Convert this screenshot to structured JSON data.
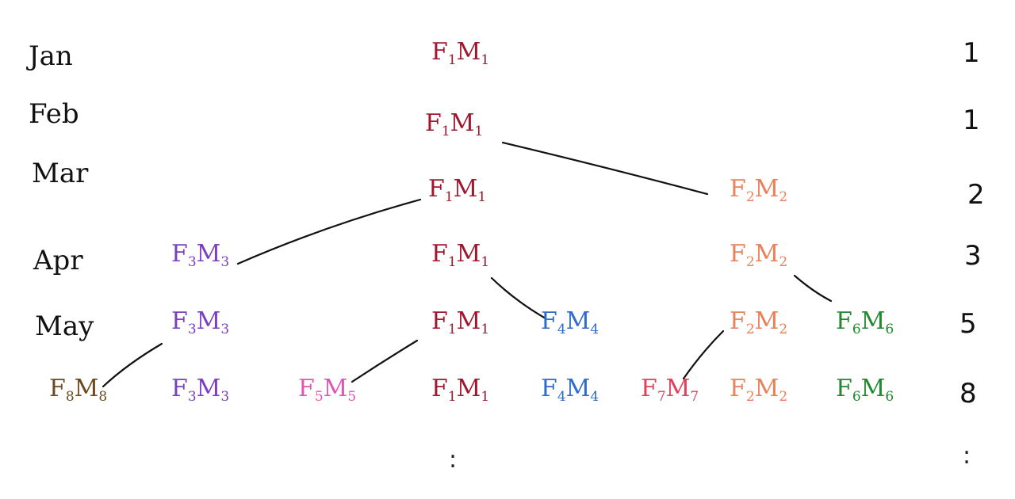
{
  "months": [
    "Jan",
    "Feb",
    "Mar",
    "Apr",
    "May"
  ],
  "counts": [
    "1",
    "1",
    "2",
    "3",
    "5",
    "8"
  ],
  "continuation": ":",
  "pair_colors": {
    "1": "#a01830",
    "2": "#e8825a",
    "3": "#7b3fbf",
    "4": "#2e6bcc",
    "5": "#e055b5",
    "6": "#1f8a2f",
    "7": "#e0405a",
    "8": "#6b4a1e"
  },
  "rows": [
    {
      "pairs": [
        {
          "F": "F",
          "f_sub": "1",
          "M": "M",
          "m_sub": "1",
          "id": "1"
        }
      ]
    },
    {
      "pairs": [
        {
          "F": "F",
          "f_sub": "1",
          "M": "M",
          "m_sub": "1",
          "id": "1"
        }
      ]
    },
    {
      "pairs": [
        {
          "F": "F",
          "f_sub": "1",
          "M": "M",
          "m_sub": "1",
          "id": "1"
        },
        {
          "F": "F",
          "f_sub": "2",
          "M": "M",
          "m_sub": "2",
          "id": "2"
        }
      ]
    },
    {
      "pairs": [
        {
          "F": "F",
          "f_sub": "3",
          "M": "M",
          "m_sub": "3",
          "id": "3"
        },
        {
          "F": "F",
          "f_sub": "1",
          "M": "M",
          "m_sub": "1",
          "id": "1"
        },
        {
          "F": "F",
          "f_sub": "2",
          "M": "M",
          "m_sub": "2",
          "id": "2"
        }
      ]
    },
    {
      "pairs": [
        {
          "F": "F",
          "f_sub": "3",
          "M": "M",
          "m_sub": "3",
          "id": "3"
        },
        {
          "F": "F",
          "f_sub": "1",
          "M": "M",
          "m_sub": "1",
          "id": "1"
        },
        {
          "F": "F",
          "f_sub": "4",
          "M": "M",
          "m_sub": "4",
          "id": "4"
        },
        {
          "F": "F",
          "f_sub": "2",
          "M": "M",
          "m_sub": "2",
          "id": "2"
        },
        {
          "F": "F",
          "f_sub": "6",
          "M": "M",
          "m_sub": "6",
          "id": "6"
        }
      ]
    },
    {
      "pairs": [
        {
          "F": "F",
          "f_sub": "8",
          "M": "M",
          "m_sub": "8",
          "id": "8"
        },
        {
          "F": "F",
          "f_sub": "3",
          "M": "M",
          "m_sub": "3",
          "id": "3"
        },
        {
          "F": "F",
          "f_sub": "5",
          "M": "M",
          "m_sub": "5",
          "id": "5"
        },
        {
          "F": "F",
          "f_sub": "1",
          "M": "M",
          "m_sub": "1",
          "id": "1"
        },
        {
          "F": "F",
          "f_sub": "4",
          "M": "M",
          "m_sub": "4",
          "id": "4"
        },
        {
          "F": "F",
          "f_sub": "7",
          "M": "M",
          "m_sub": "7",
          "id": "7"
        },
        {
          "F": "F",
          "f_sub": "2",
          "M": "M",
          "m_sub": "2",
          "id": "2"
        },
        {
          "F": "F",
          "f_sub": "6",
          "M": "M",
          "m_sub": "6",
          "id": "6"
        }
      ]
    }
  ]
}
